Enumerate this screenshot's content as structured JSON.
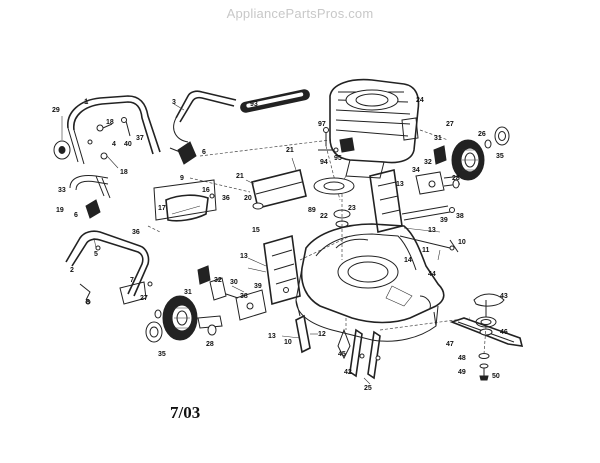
{
  "watermark": "AppliancePartsPros.com",
  "date_code": "7/03",
  "callouts": [
    {
      "id": "c-29",
      "text": "29"
    },
    {
      "id": "c-1",
      "text": "1"
    },
    {
      "id": "c-3",
      "text": "3"
    },
    {
      "id": "c-93",
      "text": "93"
    },
    {
      "id": "c-24",
      "text": "24"
    },
    {
      "id": "c-18a",
      "text": "18"
    },
    {
      "id": "c-37",
      "text": "37"
    },
    {
      "id": "c-4",
      "text": "4"
    },
    {
      "id": "c-40",
      "text": "40"
    },
    {
      "id": "c-6a",
      "text": "6"
    },
    {
      "id": "c-18b",
      "text": "18"
    },
    {
      "id": "c-33",
      "text": "33"
    },
    {
      "id": "c-19",
      "text": "19"
    },
    {
      "id": "c-6b",
      "text": "6"
    },
    {
      "id": "c-9",
      "text": "9"
    },
    {
      "id": "c-16",
      "text": "16"
    },
    {
      "id": "c-36a",
      "text": "36"
    },
    {
      "id": "c-17",
      "text": "17"
    },
    {
      "id": "c-36b",
      "text": "36"
    },
    {
      "id": "c-21a",
      "text": "21"
    },
    {
      "id": "c-21b",
      "text": "21"
    },
    {
      "id": "c-20",
      "text": "20"
    },
    {
      "id": "c-97",
      "text": "97"
    },
    {
      "id": "c-94",
      "text": "94"
    },
    {
      "id": "c-95",
      "text": "95"
    },
    {
      "id": "c-89",
      "text": "89"
    },
    {
      "id": "c-22",
      "text": "22"
    },
    {
      "id": "c-23",
      "text": "23"
    },
    {
      "id": "c-27a",
      "text": "27"
    },
    {
      "id": "c-26",
      "text": "26"
    },
    {
      "id": "c-35a",
      "text": "35"
    },
    {
      "id": "c-31a",
      "text": "31"
    },
    {
      "id": "c-32a",
      "text": "32"
    },
    {
      "id": "c-34",
      "text": "34"
    },
    {
      "id": "c-28a",
      "text": "28"
    },
    {
      "id": "c-13a",
      "text": "13"
    },
    {
      "id": "c-39a",
      "text": "39"
    },
    {
      "id": "c-38a",
      "text": "38"
    },
    {
      "id": "c-13b",
      "text": "13"
    },
    {
      "id": "c-10",
      "text": "10"
    },
    {
      "id": "c-11",
      "text": "11"
    },
    {
      "id": "c-14",
      "text": "14"
    },
    {
      "id": "c-44",
      "text": "44"
    },
    {
      "id": "c-15",
      "text": "15"
    },
    {
      "id": "c-2",
      "text": "2"
    },
    {
      "id": "c-5",
      "text": "5"
    },
    {
      "id": "c-13c",
      "text": "13"
    },
    {
      "id": "c-7",
      "text": "7"
    },
    {
      "id": "c-8",
      "text": "8"
    },
    {
      "id": "c-31b",
      "text": "31"
    },
    {
      "id": "c-32b",
      "text": "32"
    },
    {
      "id": "c-30",
      "text": "30"
    },
    {
      "id": "c-39b",
      "text": "39"
    },
    {
      "id": "c-38b",
      "text": "38"
    },
    {
      "id": "c-27b",
      "text": "27"
    },
    {
      "id": "c-28b",
      "text": "28"
    },
    {
      "id": "c-13d",
      "text": "13"
    },
    {
      "id": "c-10b",
      "text": "10"
    },
    {
      "id": "c-12",
      "text": "12"
    },
    {
      "id": "c-35b",
      "text": "35"
    },
    {
      "id": "c-45",
      "text": "45"
    },
    {
      "id": "c-42",
      "text": "42"
    },
    {
      "id": "c-25",
      "text": "25"
    },
    {
      "id": "c-43",
      "text": "43"
    },
    {
      "id": "c-46",
      "text": "46"
    },
    {
      "id": "c-47",
      "text": "47"
    },
    {
      "id": "c-48",
      "text": "48"
    },
    {
      "id": "c-49",
      "text": "49"
    },
    {
      "id": "c-50",
      "text": "50"
    }
  ]
}
